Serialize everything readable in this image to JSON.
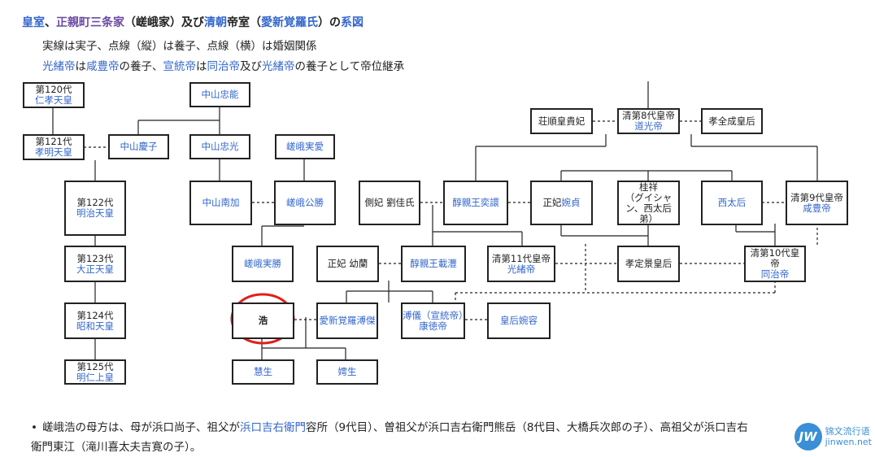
{
  "title": {
    "p1": "皇室",
    "p2": "、",
    "p3": "正親町三条家",
    "p4": "（嵯峨家）及び",
    "p5": "清朝",
    "p6": "帝室（",
    "p7": "愛新覚羅氏",
    "p8": "）の",
    "p9": "系図"
  },
  "note1": "実線は実子、点線（縦）は養子、点線（横）は婚姻関係",
  "note2": {
    "a": "光緒帝",
    "b": "は",
    "c": "咸豊帝",
    "d": "の養子、",
    "e": "宣統帝",
    "f": "は",
    "g": "同治帝",
    "h": "及び",
    "i": "光緒帝",
    "j": "の養子として帝位継承"
  },
  "boxes": {
    "b120": {
      "l1": "第120代",
      "l2": "仁孝天皇"
    },
    "b121": {
      "l1": "第121代",
      "l2": "孝明天皇"
    },
    "b122": {
      "l1": "第122代",
      "l2": "明治天皇"
    },
    "b123": {
      "l1": "第123代",
      "l2": "大正天皇"
    },
    "b124": {
      "l1": "第124代",
      "l2": "昭和天皇"
    },
    "b125": {
      "l1": "第125代",
      "l2": "明仁上皇"
    },
    "nakayama_tadayasu": "中山忠能",
    "nakayama_yoshiko": "中山慶子",
    "nakayama_tadamitsu": "中山忠光",
    "nakayama_naruka": "中山南加",
    "saga_sanenaru": "嵯峨実愛",
    "saga_kinkatsu": "嵯峨公勝",
    "saga_sanekatsu": "嵯峨実勝",
    "hiro": "浩",
    "eisei": "慧生",
    "kosei": "嫮生",
    "aishin_fuketsu": "愛新覚羅溥傑",
    "puyi": {
      "l1": "溥儀（宣統帝）",
      "l2": "康徳帝"
    },
    "kogo_wanrong": {
      "l1": "皇后 ",
      "l2": "婉容"
    },
    "seihi_yuran": "正妃 幼蘭",
    "jun_zaifeng": "醇親王載灃",
    "sokuhi_ryu": "側妃 劉佳氏",
    "jun_yixuan": "醇親王奕譞",
    "seihi_enzei": {
      "l1": "正妃 ",
      "l2": "婉貞"
    },
    "keisho": {
      "l1": "桂祥",
      "l2": "（グイシャン、西太后弟）"
    },
    "seitaigo": "西太后",
    "qing9": {
      "l1": "清第9代皇帝",
      "l2": "咸豊帝"
    },
    "qing8": {
      "l1": "清第8代皇帝",
      "l2": "道光帝"
    },
    "soshun": "荘順皇貴妃",
    "kozen": "孝全成皇后",
    "qing11": {
      "l1": "清第11代皇帝",
      "l2": "光緒帝"
    },
    "koteikei": "孝定景皇后",
    "qing10": {
      "l1": "清第10代皇帝",
      "l2": "同治帝"
    }
  },
  "bullet": {
    "dot": "•",
    "line1a": "嵯峨浩の母方は、母が浜口尚子、祖父が",
    "line1b": "浜口吉右衛門",
    "line1c": "容所（9代目）、曽祖父が浜口吉右衛門熊岳（8代目、大橋兵次郎の子）、高祖父が浜口吉右",
    "line2": "衛門東江（滝川喜太夫吉寛の子）。"
  },
  "watermark": {
    "logo": "JW",
    "l1": "锦文流行语",
    "l2": "jinwen.net"
  },
  "colors": {
    "link": "#3366cc",
    "visited": "#6b4ba1",
    "highlight": "#e0201c"
  }
}
